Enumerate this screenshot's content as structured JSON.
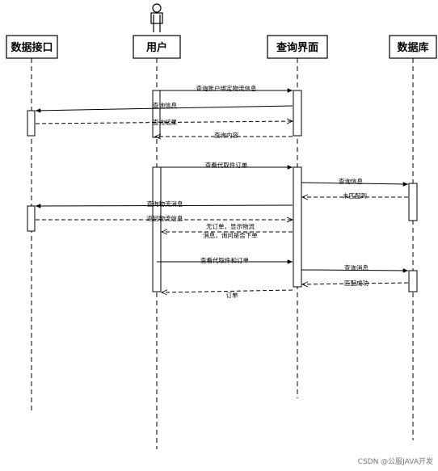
{
  "participants": [
    {
      "id": "api",
      "label": "数据接口"
    },
    {
      "id": "user",
      "label": "用户"
    },
    {
      "id": "ui",
      "label": "查询界面"
    },
    {
      "id": "db",
      "label": "数据库"
    }
  ],
  "messages": [
    {
      "id": "m1",
      "text": "查询账户绑定物流信息"
    },
    {
      "id": "m2",
      "text": "查询信息"
    },
    {
      "id": "m3",
      "text": "查询结果"
    },
    {
      "id": "m4",
      "text": "查询内容"
    },
    {
      "id": "m5",
      "text": "查看代取件订单"
    },
    {
      "id": "m6",
      "text": "查询信息"
    },
    {
      "id": "m7",
      "text": "未匹配到"
    },
    {
      "id": "m8",
      "text": "查询物流消息"
    },
    {
      "id": "m9",
      "text": "返回物流信息"
    },
    {
      "id": "m10a",
      "text": "无订单，显示物流"
    },
    {
      "id": "m10b",
      "text": "消息，询问是否下单"
    },
    {
      "id": "m11",
      "text": "查看代取件和订单"
    },
    {
      "id": "m12",
      "text": "查询消息"
    },
    {
      "id": "m13",
      "text": "匹配成功"
    },
    {
      "id": "m14",
      "text": "订单"
    }
  ],
  "watermark": "CSDN @公服JAVA开发"
}
